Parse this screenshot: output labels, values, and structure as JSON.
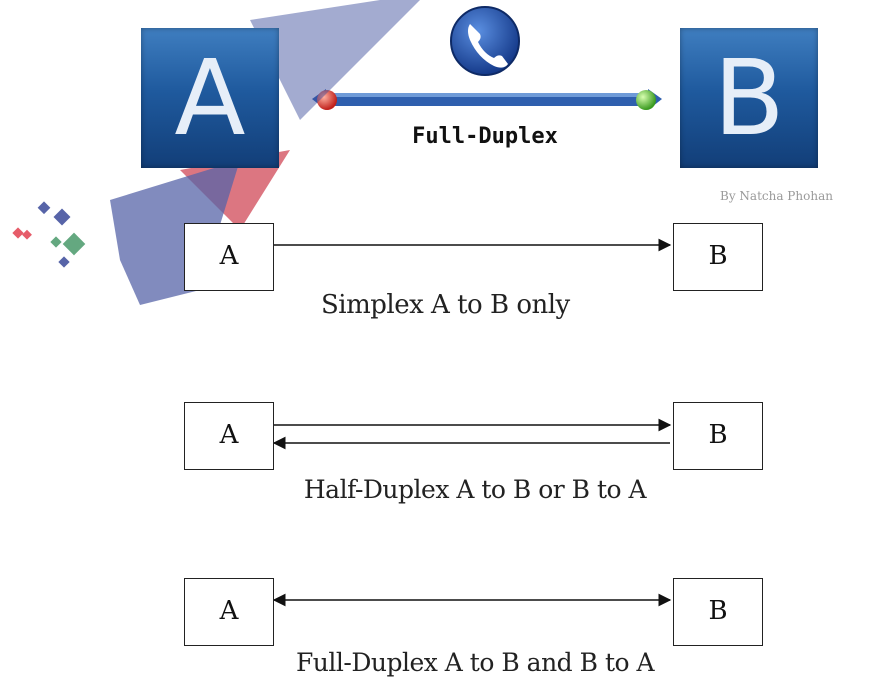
{
  "top": {
    "node_a": "A",
    "node_b": "B",
    "link_label": "Full-Duplex",
    "credit": "By Natcha Phohan"
  },
  "diagrams": {
    "simplex": {
      "a": "A",
      "b": "B",
      "caption": "Simplex A to B only"
    },
    "half_duplex": {
      "a": "A",
      "b": "B",
      "caption": "Half-Duplex A to B or B to A"
    },
    "full_duplex": {
      "a": "A",
      "b": "B",
      "caption": "Full-Duplex A to B and B to A"
    }
  },
  "colors": {
    "tile_blue": "#1f5a9e",
    "link_blue": "#2f5fae",
    "dot_red": "#d83a2a",
    "dot_green": "#5fb83a",
    "watermark_blue": "#3a4a9a",
    "watermark_red": "#c8283a"
  },
  "icons": [
    "phone-icon",
    "watermark-logo"
  ]
}
